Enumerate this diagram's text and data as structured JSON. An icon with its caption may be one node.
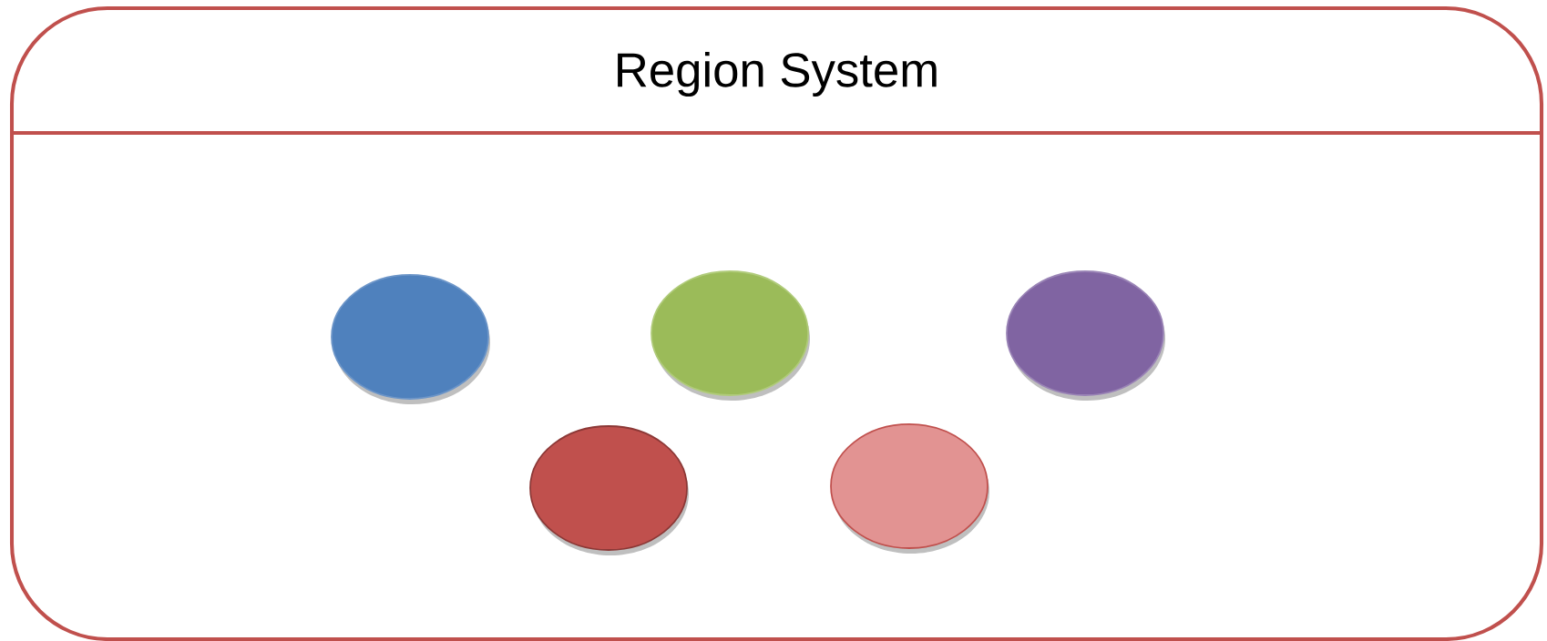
{
  "diagram": {
    "nodes": [
      {
        "text": [
          "Region System"
        ]
      },
      {
        "text": [],
        "shape": "circle",
        "in": 0
      },
      {
        "text": [],
        "shape": "circle",
        "in": 0
      },
      {
        "text": [],
        "shape": "circle",
        "in": 0
      },
      {
        "text": [],
        "shape": "circle",
        "in": 0
      },
      {
        "text": [],
        "shape": "circle",
        "in": 0
      }
    ]
  }
}
